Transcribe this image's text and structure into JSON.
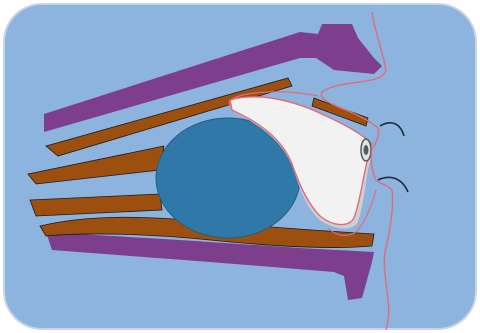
{
  "diagram": {
    "colors": {
      "panel_bg": "#8db3df",
      "panel_border": "#c9d5e6",
      "bone": "#7d3e8e",
      "muscle": "#9d4f10",
      "muscle_outline": "#1f1a16",
      "globe": "#2f78a8",
      "globe_edge": "#225f86",
      "lens_body": "#f2f2f2",
      "lens_shadow": "#cfcfcf",
      "skin_outline": "#e06c78",
      "lash": "#1e2a3a",
      "pupil": "#555a60"
    },
    "parts": [
      {
        "name": "orbital-roof-bone",
        "color_key": "bone"
      },
      {
        "name": "orbital-floor-bone",
        "color_key": "bone"
      },
      {
        "name": "extraocular-muscle-superior",
        "color_key": "muscle"
      },
      {
        "name": "extraocular-muscle-lateral",
        "color_key": "muscle"
      },
      {
        "name": "extraocular-muscle-medial",
        "color_key": "muscle"
      },
      {
        "name": "extraocular-muscle-inferior",
        "color_key": "muscle"
      },
      {
        "name": "eyeball",
        "color_key": "globe"
      },
      {
        "name": "eyelid-implant",
        "color_key": "lens_body"
      },
      {
        "name": "levator-muscle-strip",
        "color_key": "muscle"
      },
      {
        "name": "facial-skin-profile",
        "color_key": "skin_outline"
      }
    ]
  }
}
